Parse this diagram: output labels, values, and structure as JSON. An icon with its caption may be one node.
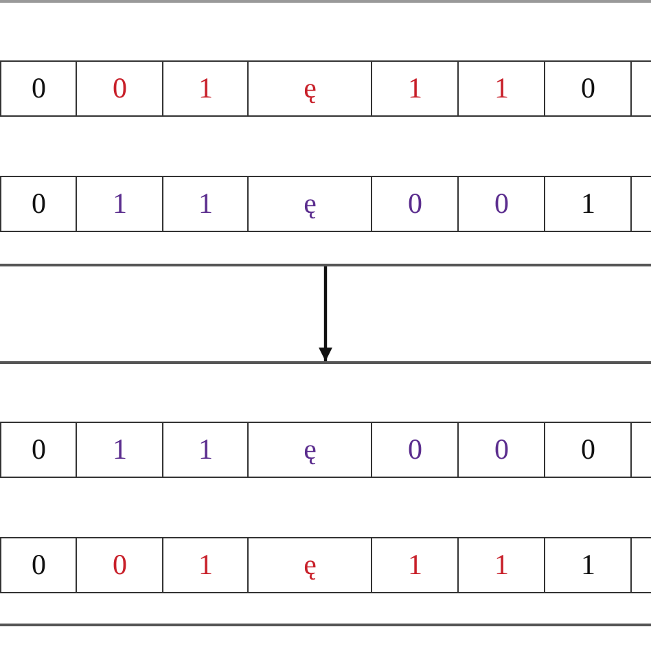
{
  "diagram": {
    "nodes": [
      {
        "text": [
          "0"
        ]
      },
      {
        "text": [
          "0"
        ]
      },
      {
        "text": [
          "1"
        ]
      },
      {
        "text": [
          "ę"
        ]
      },
      {
        "text": [
          "1"
        ]
      },
      {
        "text": [
          "1"
        ]
      },
      {
        "text": [
          "0"
        ]
      },
      {
        "text": [],
        "shape": "box"
      },
      {
        "text": [
          "0"
        ]
      },
      {
        "text": [
          "1"
        ]
      },
      {
        "text": [
          "1"
        ]
      },
      {
        "text": [
          "ę"
        ]
      },
      {
        "text": [
          "0"
        ]
      },
      {
        "text": [
          "0"
        ]
      },
      {
        "text": [
          "1"
        ]
      },
      {
        "text": [],
        "shape": "box"
      },
      {
        "text": [],
        "shape": "bar"
      },
      {
        "text": [],
        "shape": "bar"
      },
      {
        "text": [
          "0"
        ]
      },
      {
        "text": [
          "1"
        ]
      },
      {
        "text": [
          "1"
        ]
      },
      {
        "text": [
          "ę"
        ]
      },
      {
        "text": [
          "0"
        ]
      },
      {
        "text": [
          "0"
        ]
      },
      {
        "text": [
          "0"
        ]
      },
      {
        "text": [],
        "shape": "box"
      },
      {
        "text": [
          "0"
        ]
      },
      {
        "text": [
          "0"
        ]
      },
      {
        "text": [
          "1"
        ]
      },
      {
        "text": [
          "ę"
        ]
      },
      {
        "text": [
          "1"
        ]
      },
      {
        "text": [
          "1"
        ]
      },
      {
        "text": [
          "1"
        ]
      },
      {
        "text": [],
        "shape": "box"
      }
    ],
    "edges": [
      {
        "from": 16,
        "to": 17,
        "arrow": "to"
      }
    ]
  }
}
